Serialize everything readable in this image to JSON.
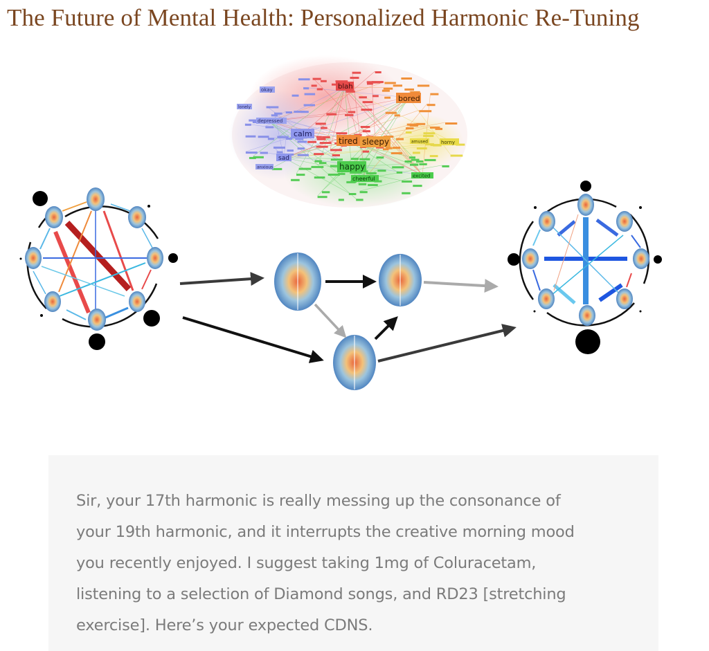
{
  "title": "The Future of Mental Health: Personalized Harmonic Re-Tuning",
  "emotion_network": {
    "labels": [
      "okay",
      "lonely",
      "depressed",
      "calm",
      "sad",
      "anxious",
      "blah",
      "bored",
      "tired",
      "sleepy",
      "amused",
      "horny",
      "happy",
      "cheerful",
      "excited"
    ]
  },
  "quote": {
    "lines": [
      "Sir, your 17th harmonic is really messing up the consonance of",
      "your 19th harmonic, and it interrupts the creative morning mood",
      "you recently enjoyed. I suggest taking 1mg of Coluracetam,",
      "listening to a selection of Diamond songs, and RD23 [stretching",
      "exercise]. Here’s your expected CDNS."
    ]
  }
}
